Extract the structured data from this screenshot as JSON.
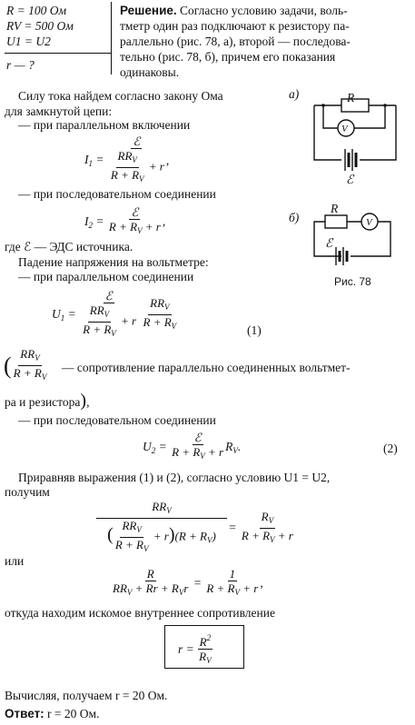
{
  "given": {
    "line1": "R = 100 Ом",
    "line2": "RV = 500 Ом",
    "line3": "U1 = U2",
    "question": "r — ?"
  },
  "solution": {
    "heading": "Решение.",
    "intro_lines": [
      "Согласно условию задачи, воль-",
      "тметр один раз подключают к резистору па-",
      "раллельно (рис. 78, а), второй — последова-",
      "тельно (рис. 78, б), причем его показания",
      "одинаковы."
    ],
    "ohm_lines": [
      "Силу тока найдем согласно закону Ома",
      "для замкнутой цепи:"
    ],
    "parallel": "— при параллельном включении",
    "series": "— при последовательном соединении",
    "emf": "где ℰ — ЭДС источника.",
    "voltage_drop": "Падение напряжения на вольтметре:",
    "parallel2": "— при параллельном соединении",
    "eq1_num": "(1)",
    "resistance_note_1": "— сопротивление параллельно соединенных вольтмет-",
    "resistance_note_2": "ра и резистора",
    "series2": "— при последовательном соединении",
    "eq2_num": "(2)",
    "equate_1": "Приравняв выражения (1) и (2), согласно условию U1 = U2,",
    "equate_2": "получим",
    "or": "или",
    "whence": "откуда находим искомое внутреннее сопротивление",
    "computing": "Вычисляя, получаем r = 20 Ом.",
    "answer_label": "Ответ:",
    "answer_value": "r = 20 Ом."
  },
  "figure": {
    "label_a": "а)",
    "label_b": "б)",
    "caption": "Рис. 78",
    "resistor": "R",
    "voltmeter": "V",
    "emf": "ℰ"
  }
}
